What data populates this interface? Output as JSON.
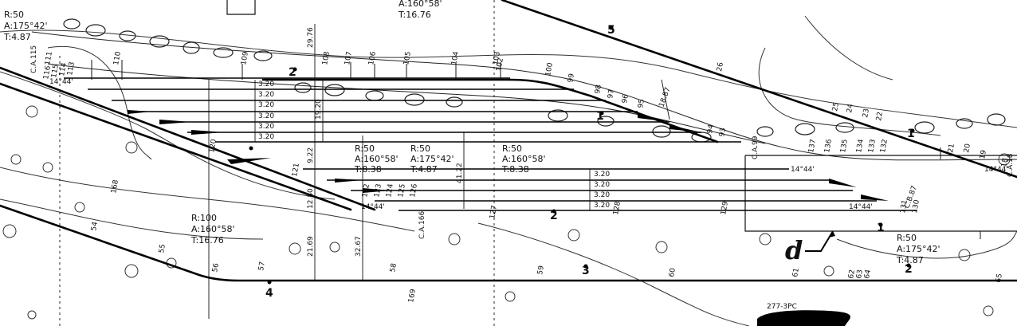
{
  "curves": {
    "c1": [
      "R:50",
      "A:175°42'",
      "T:4.87"
    ],
    "c2": [
      "A:160°58'",
      "T:16.76"
    ],
    "c3": [
      "R:50",
      "A:160°58'",
      "T:8.38"
    ],
    "c4": [
      "R:50",
      "A:175°42'",
      "T:4.87"
    ],
    "c5": [
      "R:50",
      "A:160°58'",
      "T:8.38"
    ],
    "c6": [
      "R:100",
      "A:160°58'",
      "T:16.76"
    ],
    "c7": [
      "R:50",
      "A:175°42'",
      "T:4.87"
    ]
  },
  "dimensions": {
    "spacing": [
      "3.20",
      "3.20",
      "3.20",
      "3.20",
      "3.20",
      "3.20"
    ],
    "spacing_right": [
      "3.20",
      "3.20",
      "3.20",
      "3.20"
    ],
    "d29": "29.76",
    "d19": "19.20",
    "d9": "9.22",
    "d12": "12.80",
    "d21": "21.69",
    "d32": "32.67",
    "d41": "41.22",
    "d18": "18.87",
    "angle1": "14°44'",
    "angle2": "14°44'",
    "angle3": "14°44'",
    "angle4": "14°44'",
    "angle5": "14°44'"
  },
  "stations": [
    "111",
    "110",
    "109",
    "108",
    "107",
    "106",
    "105",
    "104",
    "103",
    "102",
    "100",
    "99",
    "98",
    "97",
    "96",
    "95",
    "94",
    "93",
    "137",
    "136",
    "135",
    "134",
    "133",
    "132",
    "131",
    "130",
    "129",
    "128",
    "127",
    "126",
    "125",
    "124",
    "123",
    "122",
    "121",
    "120",
    "26",
    "25",
    "24",
    "23",
    "22",
    "21",
    "20",
    "19",
    "18",
    "54",
    "55",
    "56",
    "57",
    "58",
    "59",
    "60",
    "61",
    "62",
    "63",
    "64",
    "65",
    "168",
    "169",
    "116",
    "115",
    "114",
    "113"
  ],
  "marks": {
    "m2a": "2",
    "m1a": "1",
    "m1b": "1",
    "m2b": "2",
    "m1c": "1",
    "m2c": "2",
    "m3": "3",
    "m4": "4",
    "m5": "5",
    "ca1": "C.A.115",
    "ca2": "C.A.166",
    "ca3": "C.A.99",
    "ca4": "C.A.18",
    "ca5": "C.B.87",
    "letter": "d",
    "stamp": "277-3PC"
  }
}
